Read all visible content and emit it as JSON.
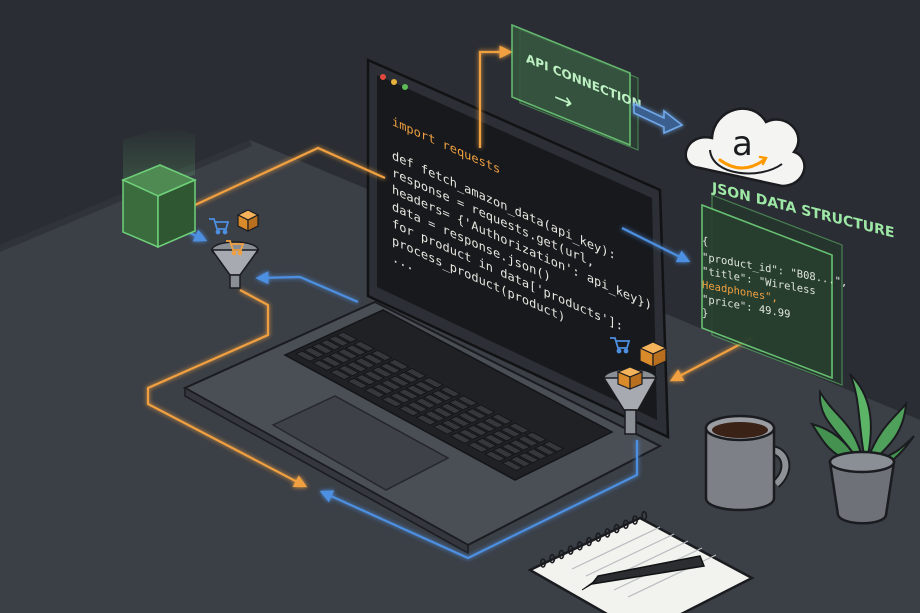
{
  "panels": {
    "api": {
      "label": "API CONNECTION",
      "arrow": "→"
    },
    "json": {
      "title": "JSON DATA STRUCTURE"
    }
  },
  "code": {
    "lines": [
      "import requests",
      "",
      "def fetch_amazon_data(api_key):",
      "    response = requests.get(url,",
      "        headers= {'Authorization': api_key})",
      "    data = response.json()",
      "    for product in data['products']:",
      "        process_product(product)",
      "    ..."
    ]
  },
  "json_lines": [
    "{",
    "  \"product_id\": \"B08...\",",
    "  \"title\": \"Wireless",
    "  Headphones\",",
    "  \"price\": 49.99",
    "}"
  ],
  "cloud": {
    "logo_letter": "a"
  },
  "colors": {
    "background": "#2a2d33",
    "desk": "#3b3f46",
    "laptop": "#4a4e55",
    "screen": "#17191d",
    "flow_orange": "#f0a040",
    "flow_blue": "#4d8fe0",
    "panel_green": "#5fbf6a",
    "amazon_orange": "#ff9900"
  }
}
